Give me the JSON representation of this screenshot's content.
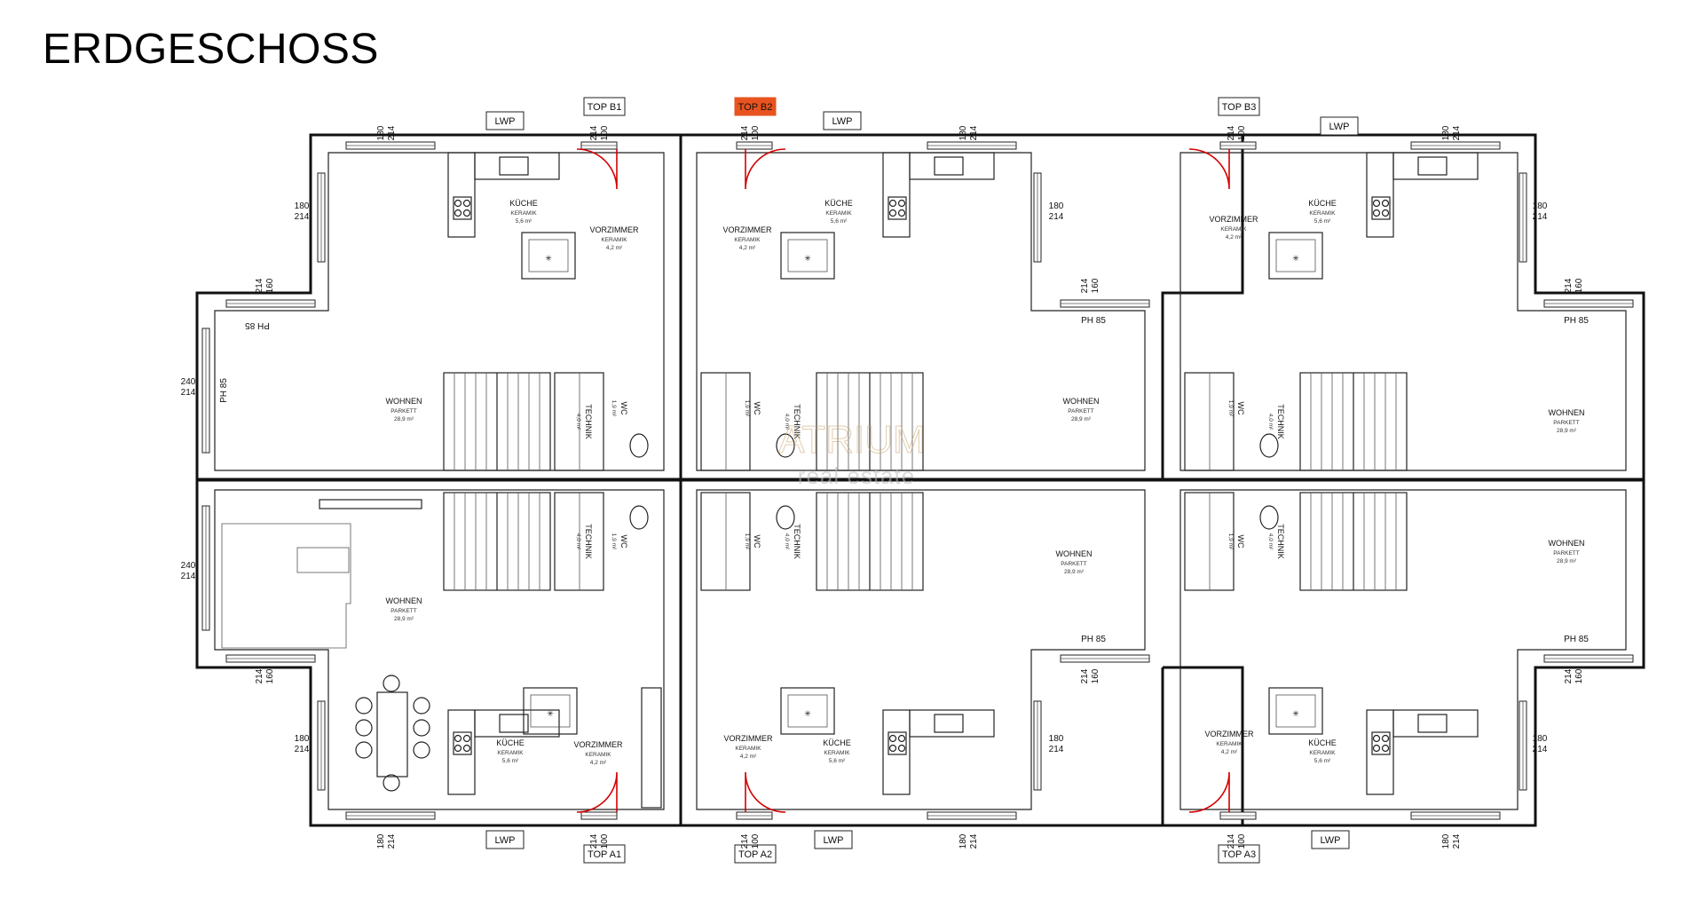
{
  "title": "ERDGESCHOSS",
  "units": {
    "top_b1": {
      "tag": "TOP B1",
      "rooms": [
        {
          "name": "KÜCHE",
          "floor": "KERAMIK",
          "area": "5,6 m²"
        },
        {
          "name": "VORZIMMER",
          "floor": "KERAMIK",
          "area": "4,2 m²"
        },
        {
          "name": "WOHNEN",
          "floor": "PARKETT",
          "area": "28,9 m²"
        },
        {
          "name": "TECHNIK",
          "floor": "",
          "area": "4,0 m²"
        },
        {
          "name": "WC",
          "floor": "",
          "area": "1,9 m²"
        }
      ]
    },
    "top_b2": {
      "tag": "TOP B2",
      "tag_color": "#e8531f",
      "rooms": [
        {
          "name": "VORZIMMER",
          "floor": "KERAMIK",
          "area": "4,2 m²"
        },
        {
          "name": "KÜCHE",
          "floor": "KERAMIK",
          "area": "5,6 m²"
        },
        {
          "name": "WOHNEN",
          "floor": "PARKETT",
          "area": "28,9 m²"
        },
        {
          "name": "TECHNIK",
          "floor": "",
          "area": "4,0 m²"
        },
        {
          "name": "WC",
          "floor": "",
          "area": "1,9 m²"
        }
      ]
    },
    "top_b3": {
      "tag": "TOP B3",
      "rooms": [
        {
          "name": "VORZIMMER",
          "floor": "KERAMIK",
          "area": "4,2 m²"
        },
        {
          "name": "KÜCHE",
          "floor": "KERAMIK",
          "area": "5,6 m²"
        },
        {
          "name": "WOHNEN",
          "floor": "PARKETT",
          "area": "28,9 m²"
        },
        {
          "name": "TECHNIK",
          "floor": "",
          "area": "4,0 m²"
        },
        {
          "name": "WC",
          "floor": "",
          "area": "1,9 m²"
        }
      ]
    },
    "top_a1": {
      "tag": "TOP A1",
      "rooms": [
        {
          "name": "WOHNEN",
          "floor": "PARKETT",
          "area": "28,9 m²"
        },
        {
          "name": "KÜCHE",
          "floor": "KERAMIK",
          "area": "5,6 m²"
        },
        {
          "name": "VORZIMMER",
          "floor": "KERAMIK",
          "area": "4,2 m²"
        },
        {
          "name": "TECHNIK",
          "floor": "",
          "area": "4,0 m²"
        },
        {
          "name": "WC",
          "floor": "",
          "area": "1,9 m²"
        }
      ]
    },
    "top_a2": {
      "tag": "TOP A2",
      "rooms": [
        {
          "name": "WOHNEN",
          "floor": "PARKETT",
          "area": "28,9 m²"
        },
        {
          "name": "VORZIMMER",
          "floor": "KERAMIK",
          "area": "4,2 m²"
        },
        {
          "name": "KÜCHE",
          "floor": "KERAMIK",
          "area": "5,6 m²"
        },
        {
          "name": "TECHNIK",
          "floor": "",
          "area": "4,0 m²"
        },
        {
          "name": "WC",
          "floor": "",
          "area": "1,9 m²"
        }
      ]
    },
    "top_a3": {
      "tag": "TOP A3",
      "rooms": [
        {
          "name": "WOHNEN",
          "floor": "PARKETT",
          "area": "28,9 m²"
        },
        {
          "name": "VORZIMMER",
          "floor": "KERAMIK",
          "area": "4,2 m²"
        },
        {
          "name": "KÜCHE",
          "floor": "KERAMIK",
          "area": "5,6 m²"
        },
        {
          "name": "TECHNIK",
          "floor": "",
          "area": "4,0 m²"
        },
        {
          "name": "WC",
          "floor": "",
          "area": "1,9 m²"
        }
      ]
    }
  },
  "labels": {
    "lwp": "LWP",
    "ph": "PH 85",
    "dim_180": "180",
    "dim_214": "214",
    "dim_160": "160",
    "dim_100": "100",
    "dim_240": "240"
  },
  "watermark": {
    "brand": "ATRIUM",
    "sub": "real estate",
    "color": "#c9a46a"
  }
}
